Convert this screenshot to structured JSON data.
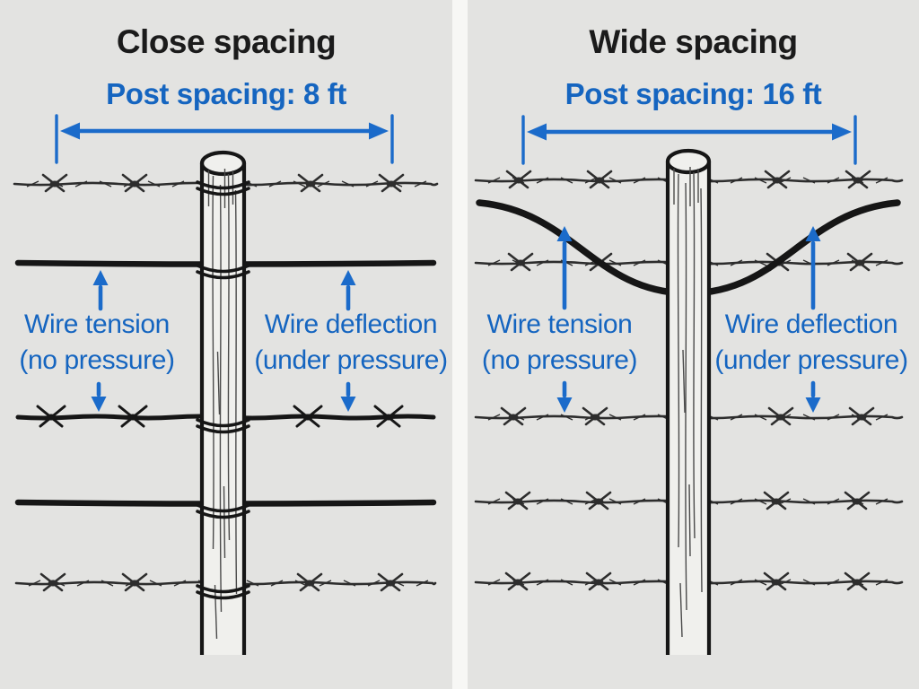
{
  "left_panel": {
    "title": "Close spacing",
    "subtitle": "Post spacing: 8 ft",
    "labels": {
      "tension_line1": "Wire tension",
      "tension_line2": "(no pressure)",
      "deflection_line1": "Wire deflection",
      "deflection_line2": "(under pressure)"
    }
  },
  "right_panel": {
    "title": "Wide spacing",
    "subtitle": "Post spacing: 16 ft",
    "labels": {
      "tension_line1": "Wire tension",
      "tension_line2": "(no pressure)",
      "deflection_line1": "Wire deflection",
      "deflection_line2": "(under pressure)"
    }
  },
  "colors": {
    "panel_background": "#e3e3e1",
    "divider": "#f7f7f5",
    "ink": "#1b1b1b",
    "line_black": "#161616",
    "wire_gray": "#2d2d2d",
    "text_blue": "#1565c0",
    "arrow_blue": "#1b6bca",
    "post_fill": "#f0f0ed",
    "grain": "#4a4a4a"
  }
}
